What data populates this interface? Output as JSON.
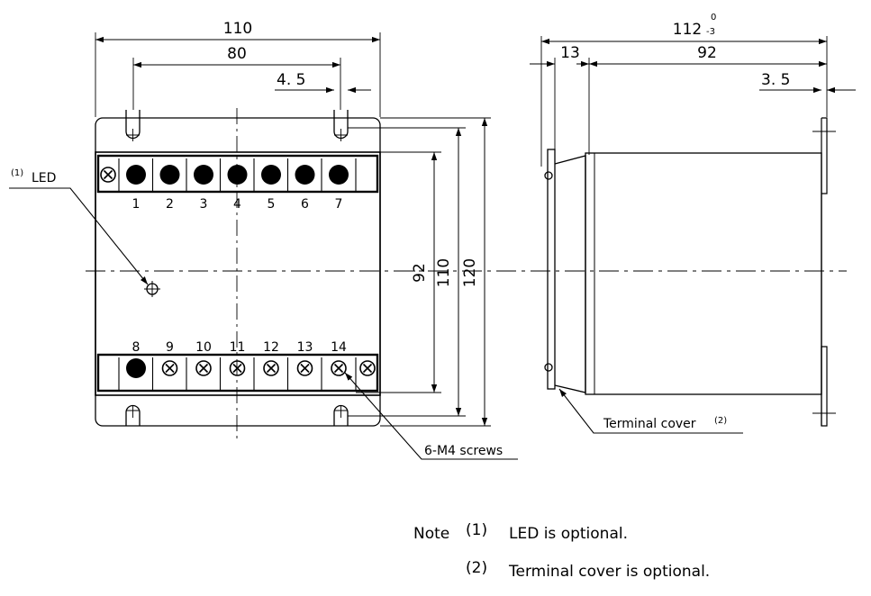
{
  "front_view": {
    "dim_overall_width": "110",
    "dim_mount_pitch": "80",
    "dim_slot_width": "4. 5",
    "dim_terminal_pitch": "92",
    "dim_body_height": "110",
    "dim_overall_height": "120",
    "led_sup": "(1)",
    "led_label": "LED",
    "screws_label": "6-M4 screws",
    "top_terminals": [
      "1",
      "2",
      "3",
      "4",
      "5",
      "6",
      "7"
    ],
    "bottom_terminals": [
      "8",
      "9",
      "10",
      "11",
      "12",
      "13",
      "14"
    ]
  },
  "side_view": {
    "dim_overall_depth": "112",
    "dim_tol_upper": "0",
    "dim_tol_lower": "-3",
    "dim_cover_depth": "13",
    "dim_body_depth": "92",
    "dim_flange": "3. 5",
    "cover_label": "Terminal cover",
    "cover_sup": "(2)"
  },
  "notes": {
    "prefix": "Note",
    "note1_sup": "(1)",
    "note1_text": "LED is optional.",
    "note2_sup": "(2)",
    "note2_text": "Terminal cover is optional."
  }
}
